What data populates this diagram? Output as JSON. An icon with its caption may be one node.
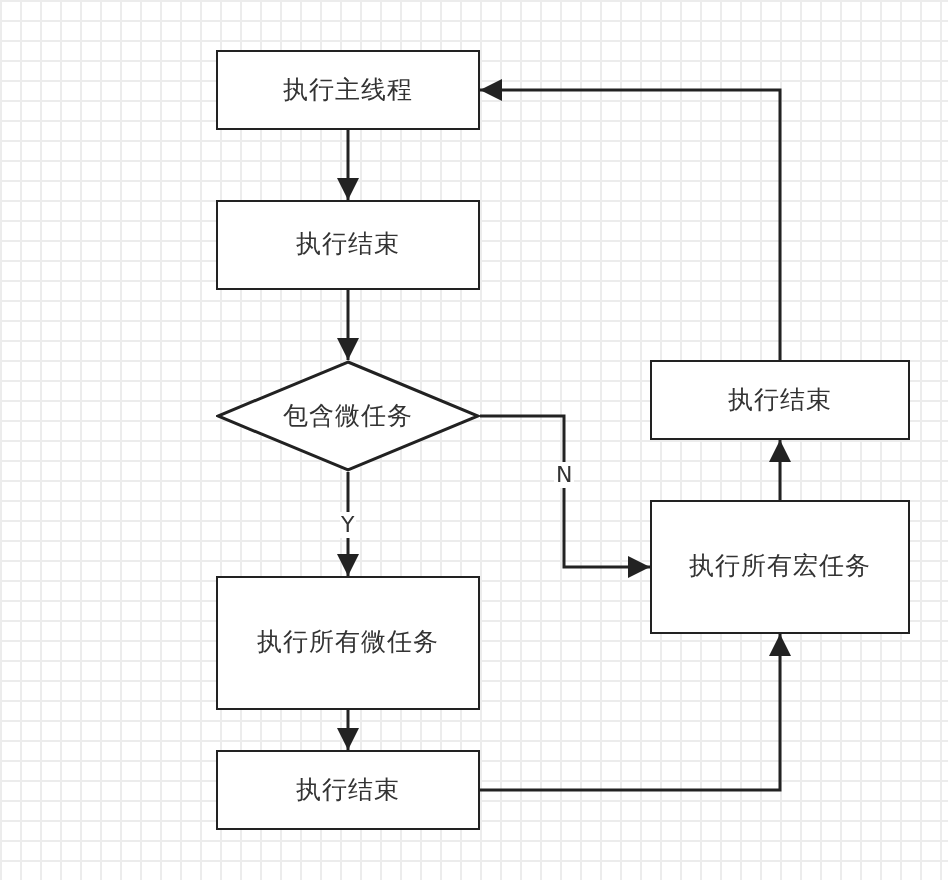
{
  "diagram": {
    "nodes": [
      {
        "text": [
          "执行主线程"
        ]
      },
      {
        "text": [
          "执行结束"
        ]
      },
      {
        "text": [
          "包含微任务"
        ]
      },
      {
        "text": [
          "执行所有微任务"
        ]
      },
      {
        "text": [
          "执行结束"
        ]
      },
      {
        "text": [
          "执行所有宏任务"
        ]
      },
      {
        "text": [
          "执行结束"
        ]
      }
    ],
    "edges": [
      {
        "from": 0,
        "to": 1,
        "arrow": "to"
      },
      {
        "from": 1,
        "to": 2,
        "arrow": "to"
      },
      {
        "from": 2,
        "to": 3,
        "arrow": "to",
        "label": "Y"
      },
      {
        "from": 3,
        "to": 4,
        "arrow": "to"
      },
      {
        "from": 2,
        "to": 5,
        "arrow": "to",
        "label": "N"
      },
      {
        "from": 4,
        "to": 5,
        "arrow": "to"
      },
      {
        "from": 5,
        "to": 6,
        "arrow": "to"
      },
      {
        "from": 6,
        "to": 0,
        "arrow": "to"
      }
    ]
  }
}
